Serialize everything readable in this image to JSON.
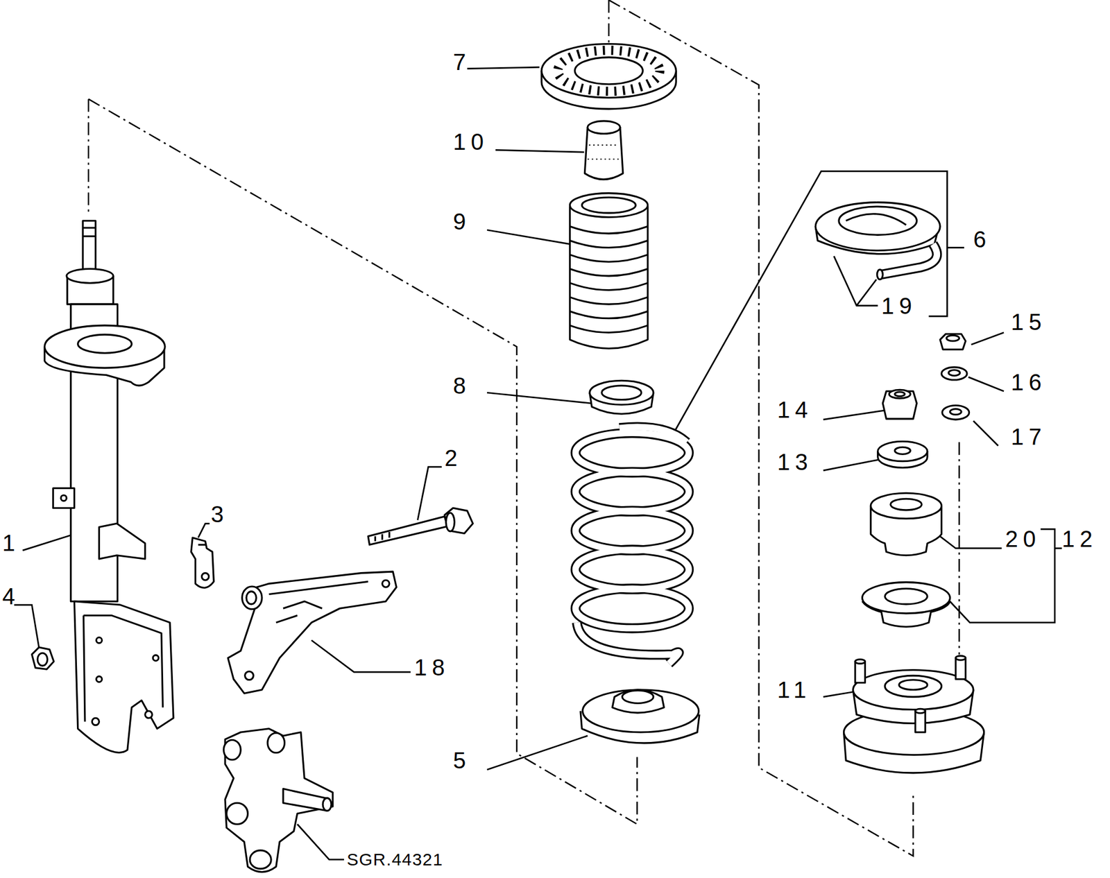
{
  "diagram": {
    "labels": [
      "7",
      "10",
      "9",
      "8",
      "5",
      "1",
      "4",
      "3",
      "2",
      "18",
      "6",
      "19",
      "15",
      "16",
      "14",
      "17",
      "13",
      "20",
      "12",
      "11",
      "SGR.44321"
    ]
  }
}
